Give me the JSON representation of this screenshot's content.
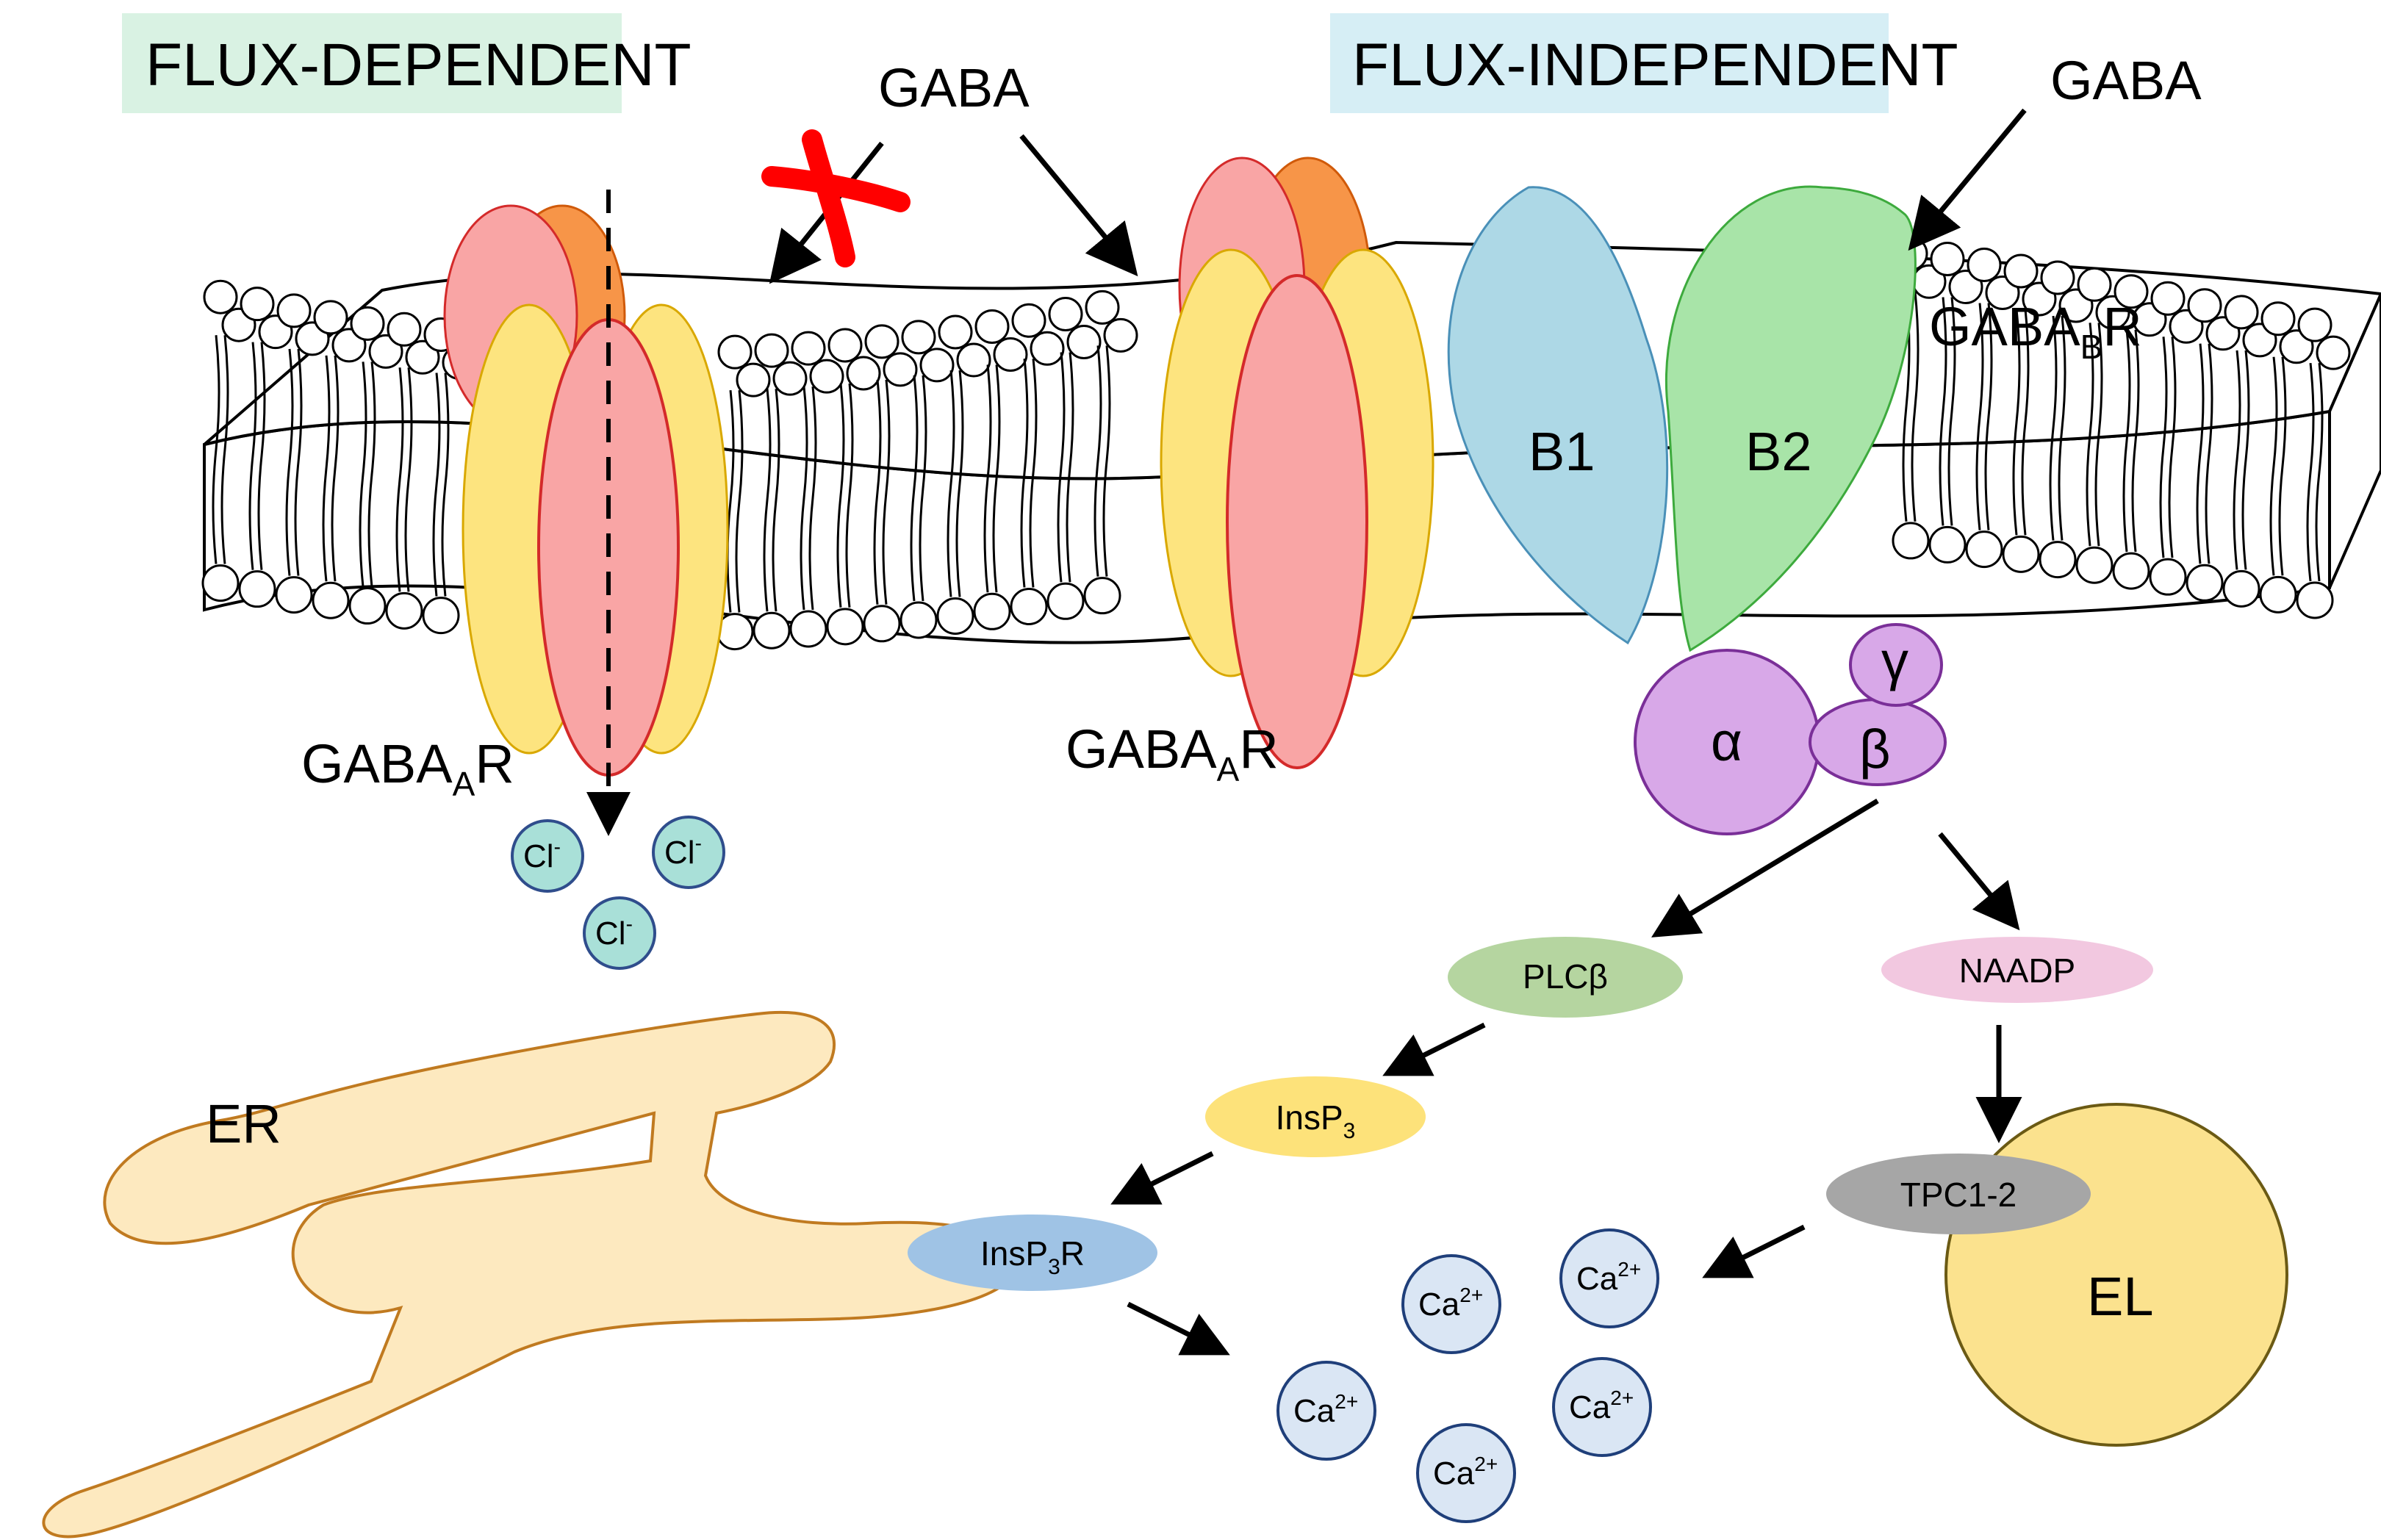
{
  "headers": {
    "flux_dependent": "FLUX-DEPENDENT",
    "flux_independent": "FLUX-INDEPENDENT"
  },
  "ligands": {
    "gaba_left": "GABA",
    "gaba_right": "GABA"
  },
  "receptors": {
    "gabaa_left": {
      "main": "GABA",
      "sub": "A",
      "tail": "R"
    },
    "gabaa_mid": {
      "main": "GABA",
      "sub": "A",
      "tail": "R"
    },
    "gabab": {
      "main": "GABA",
      "sub": "B",
      "tail": "R"
    },
    "b1": "B1",
    "b2": "B2"
  },
  "g_protein": {
    "alpha": "α",
    "beta": "β",
    "gamma": "γ"
  },
  "ions": {
    "cl": {
      "main": "Cl",
      "sup": "-"
    },
    "ca": {
      "main": "Ca",
      "sup": "2+"
    }
  },
  "signaling": {
    "plcb": "PLCβ",
    "naadp": "NAADP",
    "insp3": {
      "main": "InsP",
      "sub": "3"
    },
    "insp3r": {
      "main": "InsP",
      "sub": "3",
      "tail": "R"
    },
    "tpc": "TPC1-2"
  },
  "organelles": {
    "er": "ER",
    "el": "EL"
  },
  "colors": {
    "flux_dependent_bg": "#d9f2e3",
    "flux_independent_bg": "#d6eef5",
    "subunit_pink": "#f9a5a5",
    "subunit_orange": "#f79548",
    "subunit_yellow": "#fde47f",
    "b1_blue": "#add8e6",
    "b2_green": "#a8e4a8",
    "g_protein_purple": "#d8a8e8",
    "plc_green": "#b5d5a0",
    "naadp_pink": "#f2c8e0",
    "insp3_yellow": "#fde27a",
    "insp3r_blue": "#9fc3e5",
    "tpc_gray": "#a6a6a6",
    "el_yellow": "#fbe28e",
    "er_fill": "#fde9bf",
    "cl_fill": "#a9e0d8",
    "ca_fill": "#dae6f4",
    "block_red": "#ff0000"
  }
}
